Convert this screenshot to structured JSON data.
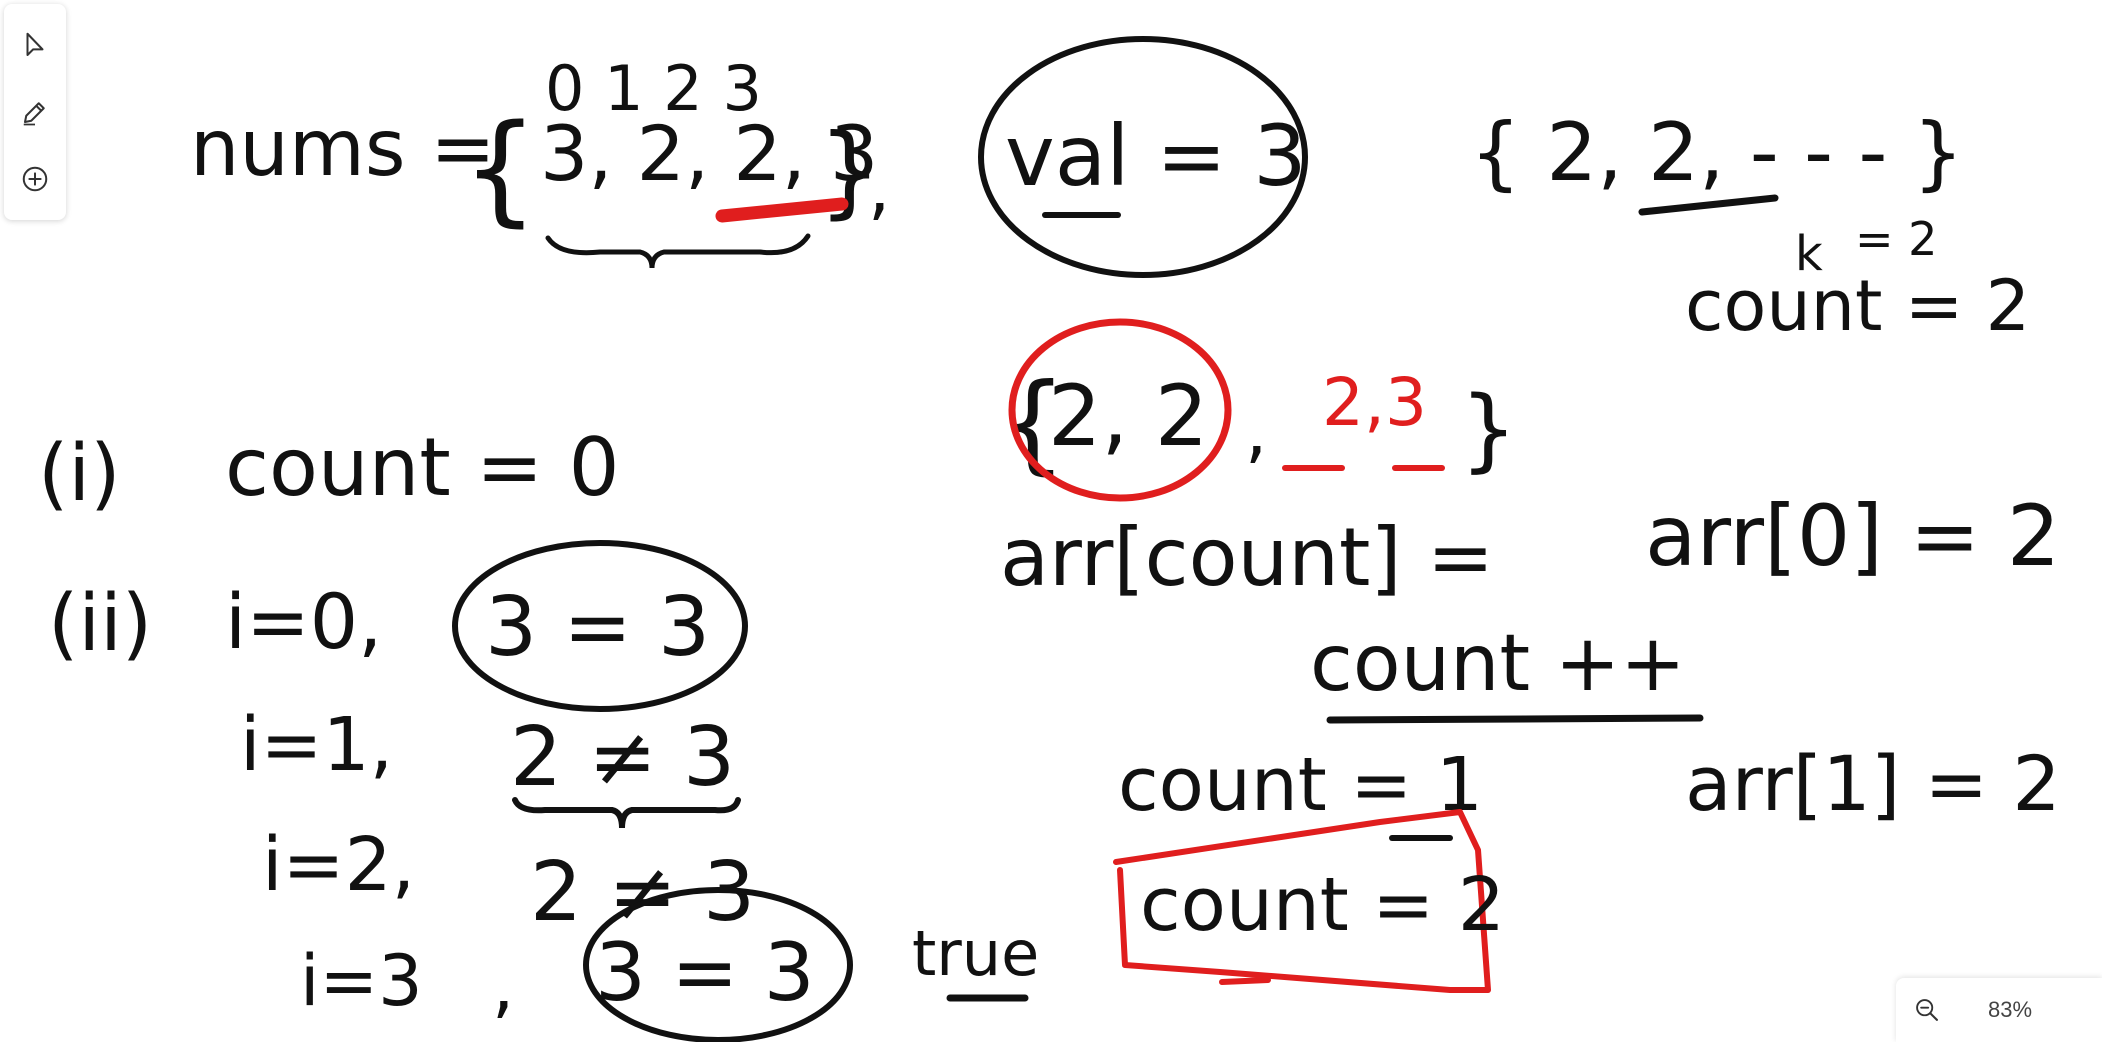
{
  "toolbar": {
    "tools": [
      {
        "name": "select",
        "icon": "cursor-arrow-icon"
      },
      {
        "name": "pen",
        "icon": "pen-icon"
      },
      {
        "name": "add",
        "icon": "plus-circle-icon"
      }
    ]
  },
  "zoom": {
    "level": "83%",
    "icon": "zoom-out-icon"
  },
  "handwriting": {
    "nums_label": "nums =",
    "indices": "0  1  2 3",
    "array_open": "{",
    "array_values": "3, 2, 2, 3",
    "array_close": "}",
    "val_expr": "val = 3",
    "result_array": "{ 2, 2, - - - }",
    "k_label": "k",
    "k_value": "= 2",
    "count_right": "count = 2",
    "step_i_label": "(i)",
    "step_i_text": "count = 0",
    "step_ii_label": "(ii)",
    "row_i0": "i=0,",
    "row_i0_cmp": "3  = 3",
    "row_i1": "i=1,",
    "row_i1_cmp": "2 ≠ 3",
    "row_i2": "i=2,",
    "row_i2_cmp": "2 ≠ 3",
    "row_i3": "i=3",
    "row_i3_cmp": "3 = 3",
    "true_text": "true",
    "mid_array_open": "{",
    "mid_array_vals": "2, 2",
    "mid_array_red": "2,3",
    "mid_array_close": "}",
    "arr_count": "arr[count] =",
    "arr0": "arr[0]  = 2",
    "count_pp": "count ++",
    "count_eq1": "count = 1",
    "arr1": "arr[1] = 2",
    "count_eq2": "count = 2"
  },
  "colors": {
    "ink_black": "#111111",
    "ink_red": "#e01e1e",
    "toolbar_bg": "#ffffff",
    "icon_gray": "#333333"
  }
}
